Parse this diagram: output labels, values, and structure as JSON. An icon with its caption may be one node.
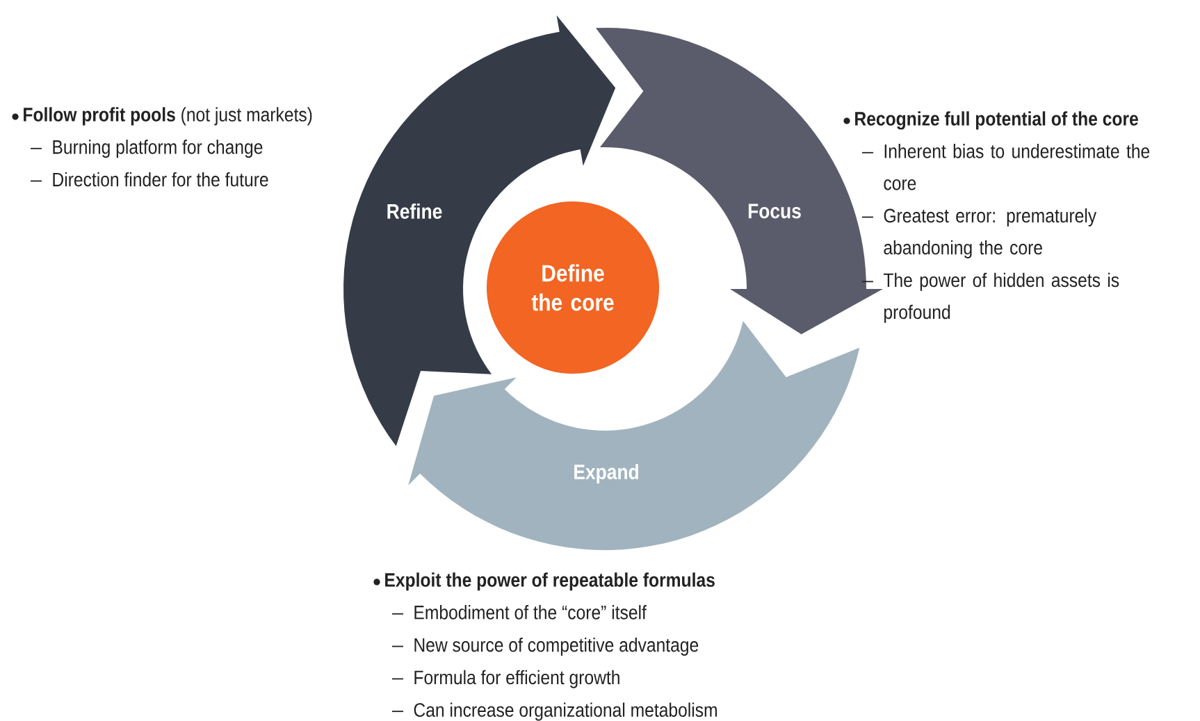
{
  "diagram": {
    "nodes": [
      {
        "text": [
          "Refine"
        ],
        "beside": [
          "**Follow profit pools** (not just markets)",
          "Burning platform for change",
          "Direction finder for the future"
        ]
      },
      {
        "text": [
          "Focus"
        ],
        "beside": [
          "Recognize full potential of the core",
          "Inherent bias to underestimate the core",
          "Greatest error: prematurely abandoning the core",
          "The power of hidden assets is profound"
        ]
      },
      {
        "text": [
          "Define the core"
        ]
      },
      {
        "text": [
          "Expand"
        ],
        "beside": [
          "Exploit the power of repeatable formulas",
          "Embodiment of the “core” itself",
          "New source of competitive advantage",
          "Formula for efficient growth",
          "Can increase organizational metabolism"
        ]
      }
    ]
  }
}
